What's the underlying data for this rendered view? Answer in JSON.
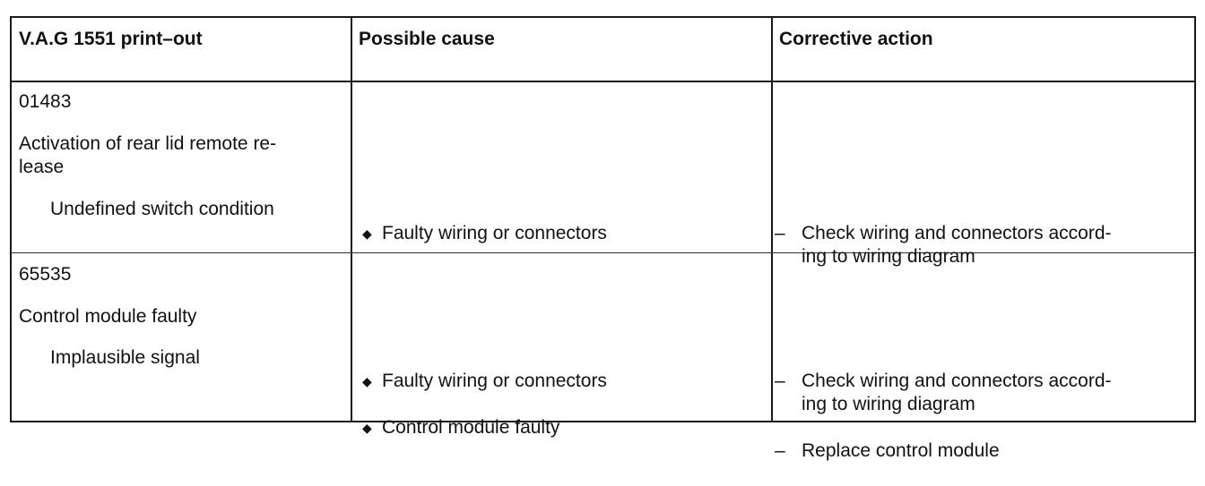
{
  "table": {
    "headers": {
      "printout": "V.A.G 1551 print–out",
      "cause": "Possible cause",
      "action": "Corrective action"
    },
    "rows": [
      {
        "code": "01483",
        "description": "Activation of rear lid remote re-\nlease",
        "condition": "Undefined switch condition",
        "causes": [
          "Faulty wiring or connectors"
        ],
        "actions": [
          "Check wiring and connectors accord-\ning to wiring diagram"
        ]
      },
      {
        "code": "65535",
        "description": "Control module faulty",
        "condition": "Implausible signal",
        "causes": [
          "Faulty wiring or connectors",
          "Control module faulty"
        ],
        "actions": [
          "Check wiring and connectors accord-\ning to wiring diagram",
          "Replace control module"
        ]
      }
    ],
    "bullet_symbol": "◆",
    "dash_symbol": "–"
  }
}
